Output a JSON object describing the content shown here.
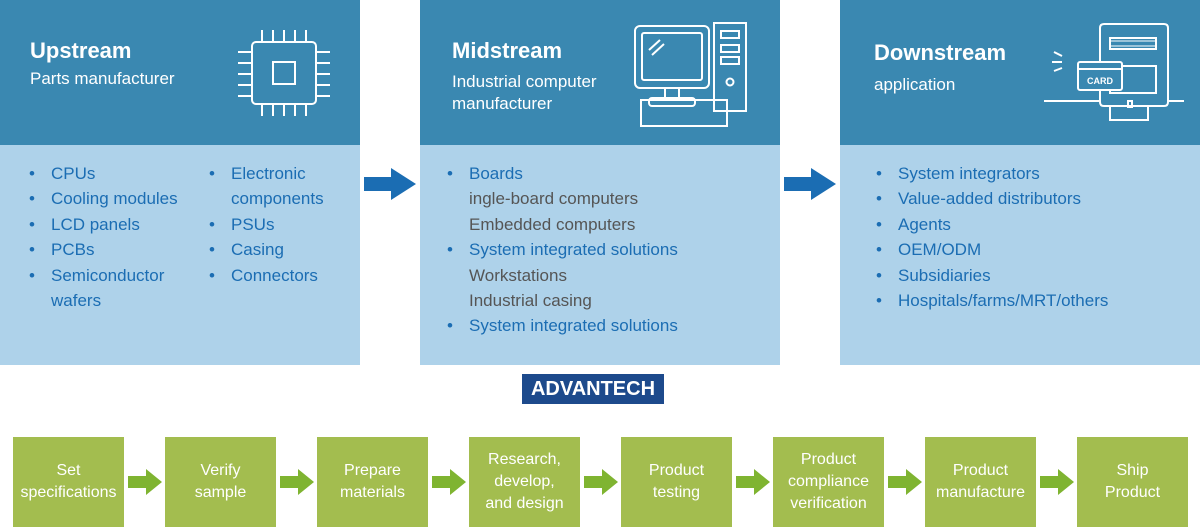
{
  "colors": {
    "header": "#3a88b1",
    "body": "#aed2ea",
    "text_blue": "#1b6db3",
    "text_gray": "#555555",
    "arrow_blue": "#1b6db3",
    "step_green": "#a3bd4f",
    "arrow_green": "#7fb431",
    "logo_bg": "#1d4a8c"
  },
  "upstream": {
    "title": "Upstream",
    "subtitle": "Parts manufacturer",
    "icon": "chip-icon",
    "col1": [
      "CPUs",
      "Cooling modules",
      "LCD panels",
      "PCBs",
      "Semiconductor",
      "wafers"
    ],
    "col2": [
      "Electronic",
      "components",
      "PSUs",
      "Casing",
      "Connectors"
    ]
  },
  "midstream": {
    "title": "Midstream",
    "subtitle_line1": "Industrial computer",
    "subtitle_line2": "manufacturer",
    "icon": "desktop-computer-icon",
    "items": [
      "Boards",
      "ingle-board computers",
      "Embedded computers",
      "System integrated solutions",
      "Workstations",
      "Industrial casing",
      "System integrated solutions"
    ]
  },
  "downstream": {
    "title": "Downstream",
    "subtitle": "application",
    "icon": "card-reader-icon",
    "card_label": "CARD",
    "items": [
      "System integrators",
      "Value-added distributors",
      "Agents",
      "OEM/ODM",
      "Subsidiaries",
      "Hospitals/farms/MRT/others"
    ]
  },
  "logo": {
    "text": "ADVANTECH"
  },
  "steps": [
    [
      "Set",
      "specifications"
    ],
    [
      "Verify",
      "sample"
    ],
    [
      "Prepare",
      "materials"
    ],
    [
      "Research,",
      "develop,",
      "and design"
    ],
    [
      "Product",
      "testing"
    ],
    [
      "Product",
      "compliance",
      "verification"
    ],
    [
      "Product",
      "manufacture"
    ],
    [
      "Ship",
      "Product"
    ]
  ]
}
